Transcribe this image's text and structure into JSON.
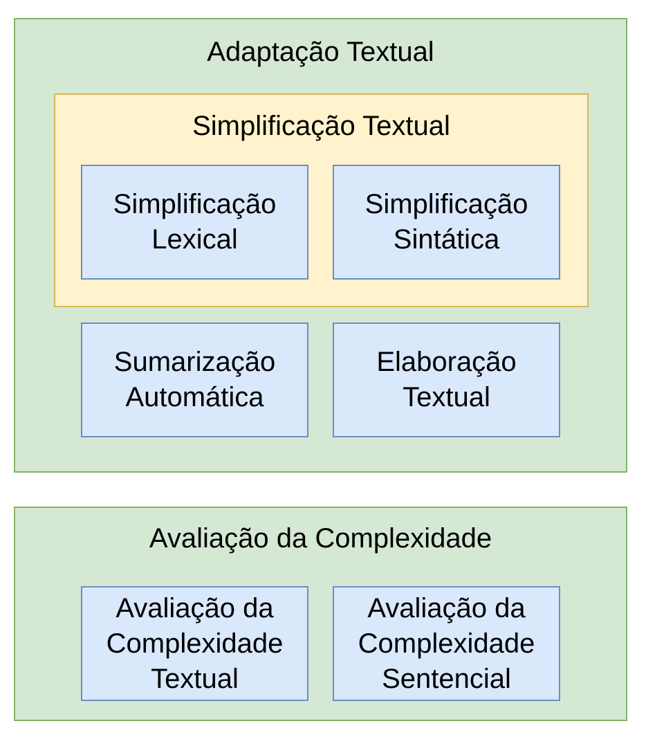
{
  "adaptacao": {
    "title": "Adaptação Textual",
    "simplificacao": {
      "title": "Simplificação Textual",
      "lexical": [
        "Simplificação",
        "Lexical"
      ],
      "sintatica": [
        "Simplificação",
        "Sintática"
      ]
    },
    "sumarizacao": [
      "Sumarização",
      "Automática"
    ],
    "elaboracao": [
      "Elaboração",
      "Textual"
    ]
  },
  "avaliacao": {
    "title": "Avaliação da Complexidade",
    "textual": [
      "Avaliação da",
      "Complexidade",
      "Textual"
    ],
    "sentencial": [
      "Avaliação da",
      "Complexidade",
      "Sentencial"
    ]
  },
  "colors": {
    "green_fill": "#d5e8d4",
    "green_stroke": "#82b366",
    "yellow_fill": "#fff2cc",
    "yellow_stroke": "#d6b656",
    "blue_fill": "#dae8fc",
    "blue_stroke": "#6c8ebf"
  }
}
